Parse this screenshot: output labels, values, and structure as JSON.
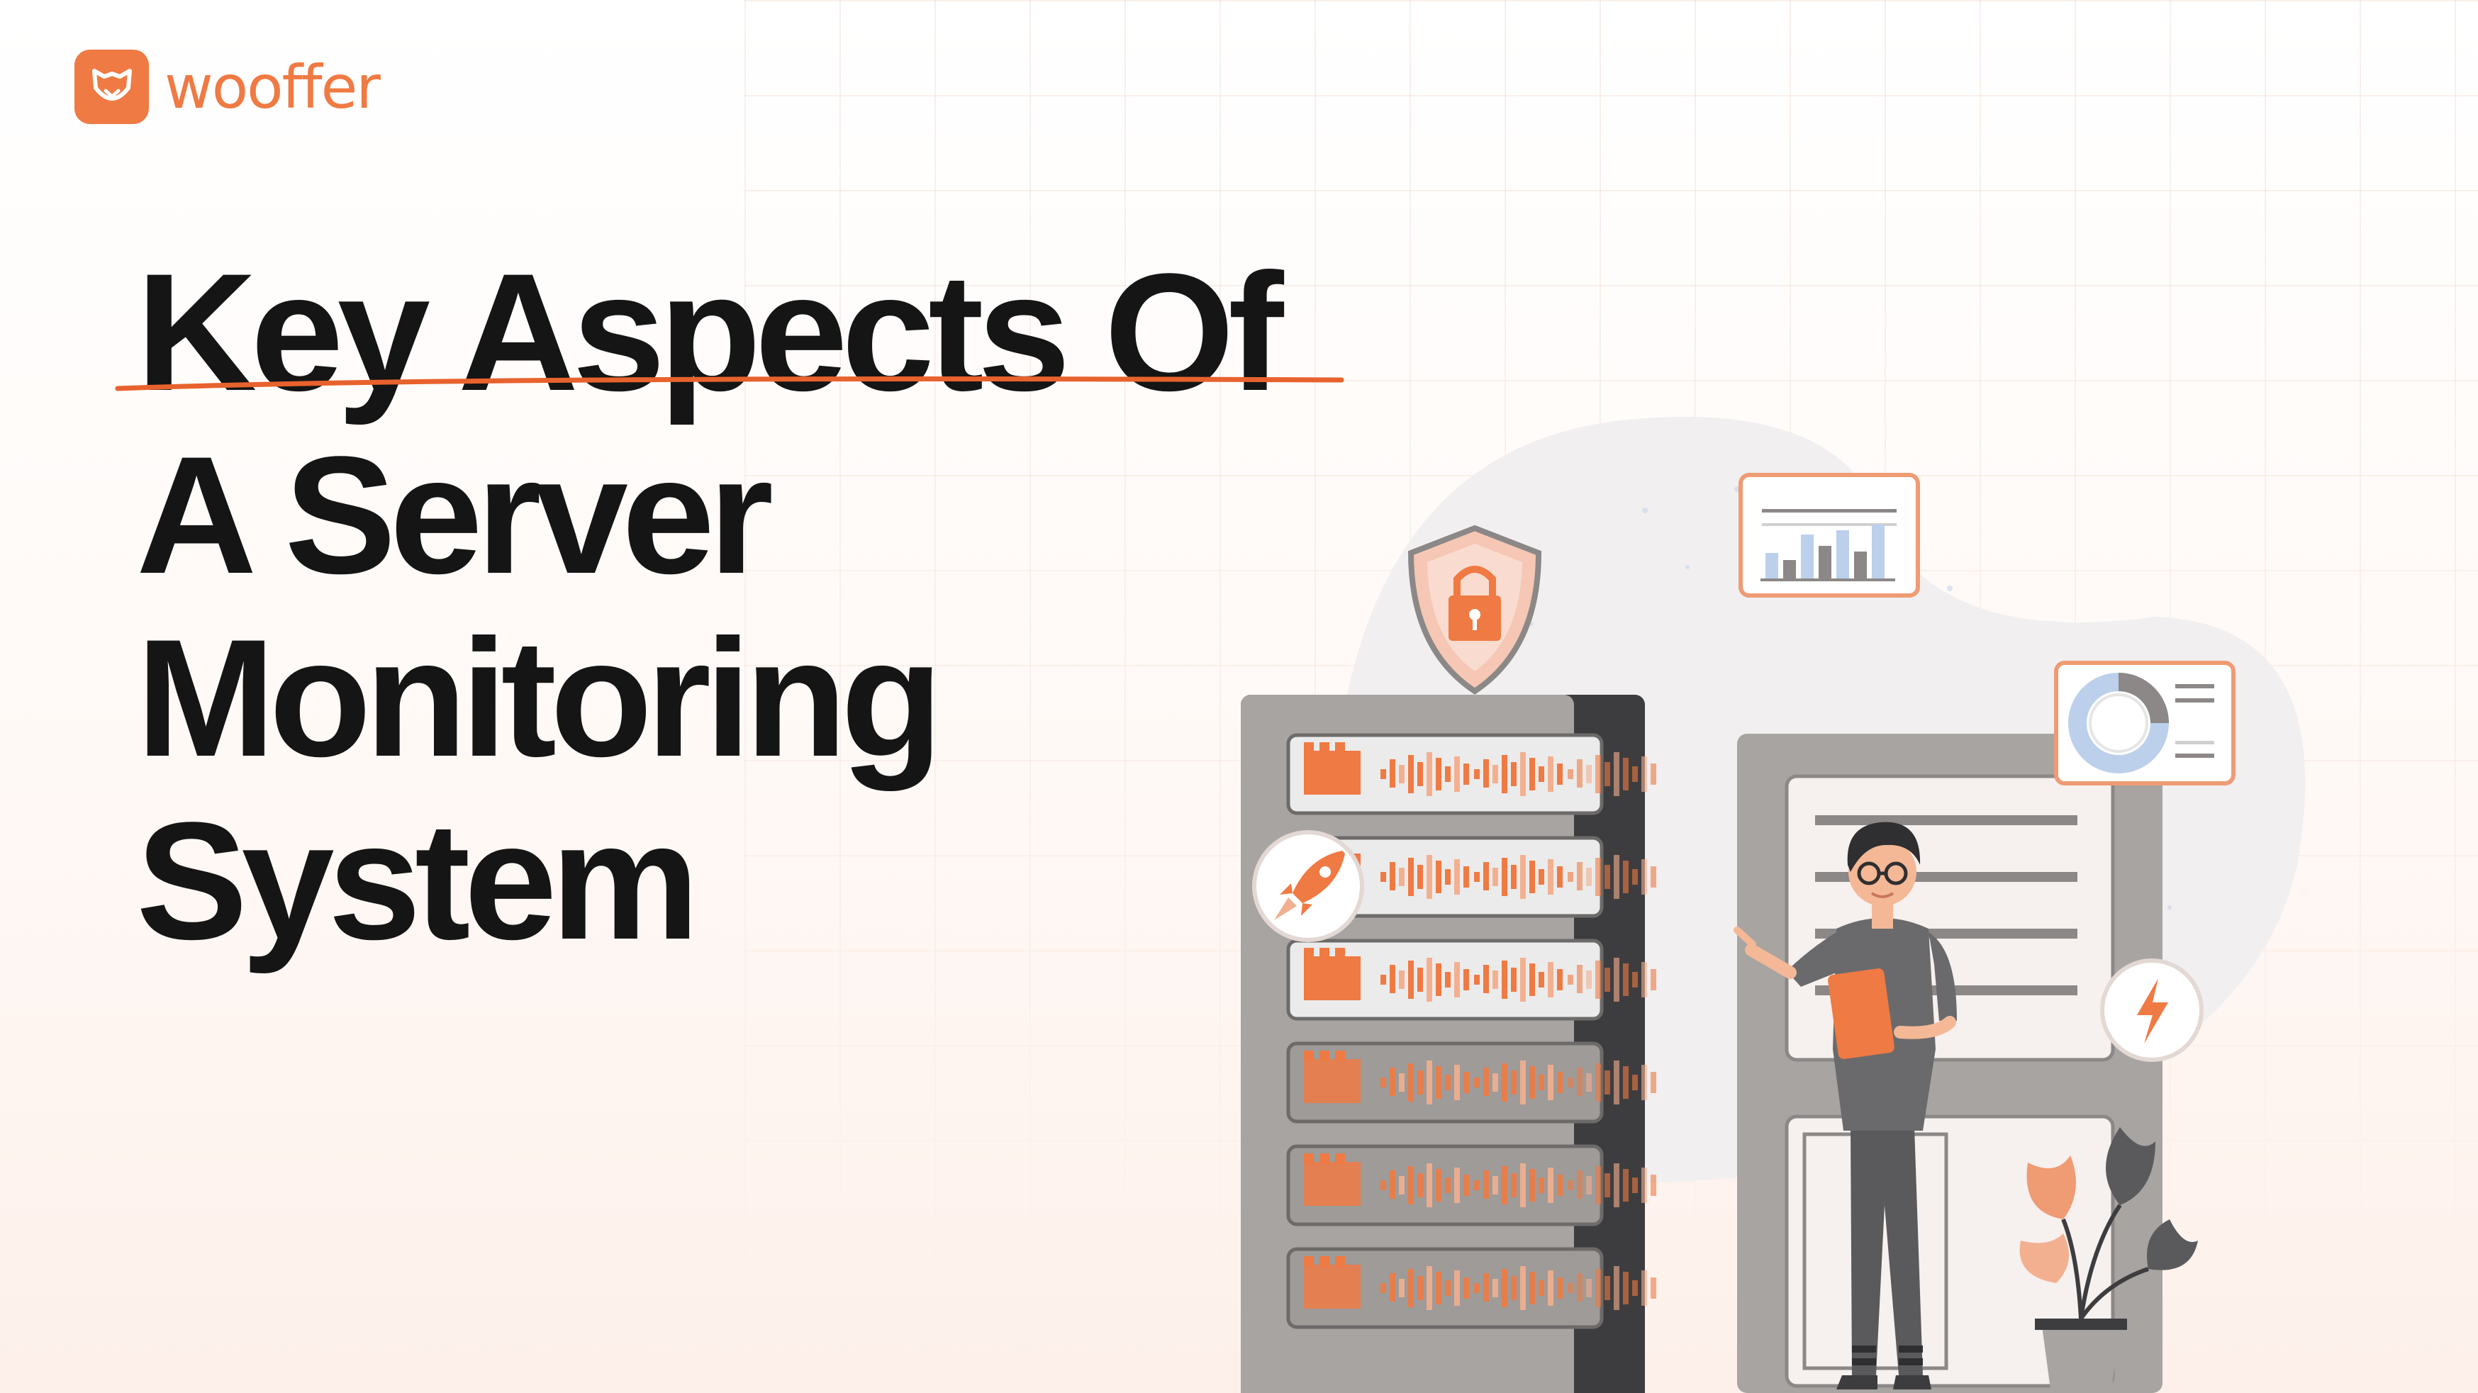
{
  "brand": {
    "name": "wooffer",
    "accent": "#ef7a43"
  },
  "title": {
    "lines": [
      "Key Aspects Of",
      "A Server",
      "Monitoring",
      "System"
    ]
  },
  "illustration": {
    "icons": [
      "shield-lock-icon",
      "bar-chart-card-icon",
      "donut-chart-card-icon",
      "rocket-icon",
      "lightning-icon",
      "plant-icon"
    ],
    "colors": {
      "server_body": "#a7a4a2",
      "server_dark": "#3d3d3f",
      "accent": "#ef7a43",
      "chart_blue": "#bcd0ec",
      "blob": "#f1eff0"
    }
  }
}
